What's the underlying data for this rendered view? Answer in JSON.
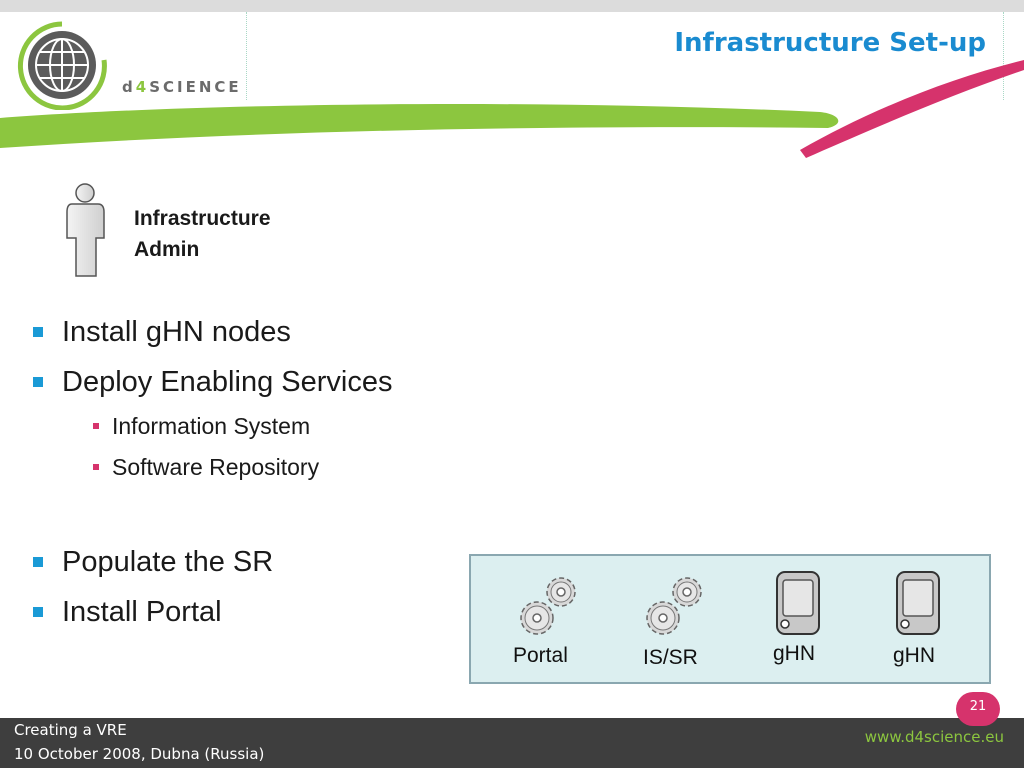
{
  "header": {
    "logo_prefix": "d",
    "logo_four": "4",
    "logo_suffix": "SCIENCE",
    "title": "Infrastructure Set-up"
  },
  "actor": {
    "label_line1": "Infrastructure",
    "label_line2": "Admin"
  },
  "bullets": [
    {
      "text": "Install gHN nodes",
      "level": 1
    },
    {
      "text": "Deploy Enabling Services",
      "level": 1
    },
    {
      "text": "Information System",
      "level": 2
    },
    {
      "text": "Software Repository",
      "level": 2
    },
    {
      "text": "Populate the SR",
      "level": 1
    },
    {
      "text": "Install Portal",
      "level": 1
    }
  ],
  "infrastructure": {
    "nodes": [
      {
        "label": "Portal",
        "icon": "gears-icon"
      },
      {
        "label": "IS/SR",
        "icon": "gears-icon"
      },
      {
        "label": "gHN",
        "icon": "ghn-device-icon"
      },
      {
        "label": "gHN",
        "icon": "ghn-device-icon"
      }
    ]
  },
  "footer": {
    "line1": "Creating a VRE",
    "line2": "10 October 2008, Dubna (Russia)",
    "url": "www.d4science.eu",
    "page_number": "21"
  },
  "colors": {
    "title_blue": "#1a8bd0",
    "green": "#8cc63f",
    "magenta": "#d6336c",
    "bullet_blue": "#1a9ad6",
    "footer_bg": "#3e3e3e",
    "box_bg": "#dceff0"
  }
}
